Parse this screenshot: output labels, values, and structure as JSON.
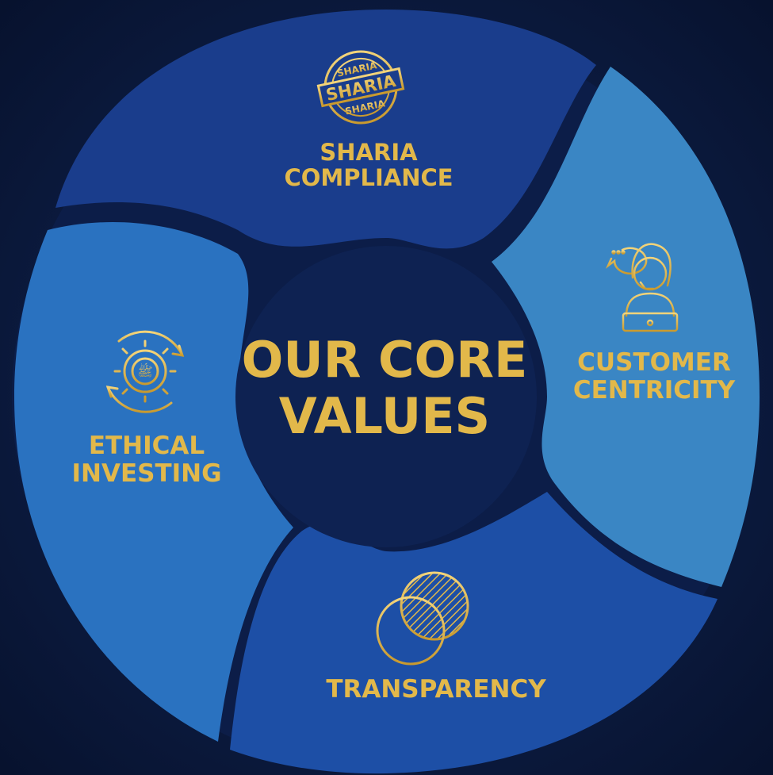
{
  "center": {
    "line1": "OUR CORE",
    "line2": "VALUES"
  },
  "segments": [
    {
      "id": "sharia",
      "line1": "SHARIA",
      "line2": "COMPLIANCE",
      "icon": "sharia-stamp-icon",
      "color": "#1a3d8c"
    },
    {
      "id": "customer",
      "line1": "CUSTOMER",
      "line2": "CENTRICITY",
      "icon": "customer-support-icon",
      "color": "#3a86c4"
    },
    {
      "id": "transparency",
      "line1": "TRANSPARENCY",
      "line2": "",
      "icon": "overlapping-circles-icon",
      "color": "#1d4fa6"
    },
    {
      "id": "ethical",
      "line1": "ETHICAL",
      "line2": "INVESTING",
      "icon": "gear-cycle-icon",
      "color": "#2a72c0"
    }
  ],
  "stamp": {
    "top": "SHARIA",
    "middle": "SHARIA",
    "bottom": "SHARIA"
  },
  "colors": {
    "background": "#0b1a3f",
    "gold": "#e2b84a",
    "hub": "#0e2252"
  }
}
